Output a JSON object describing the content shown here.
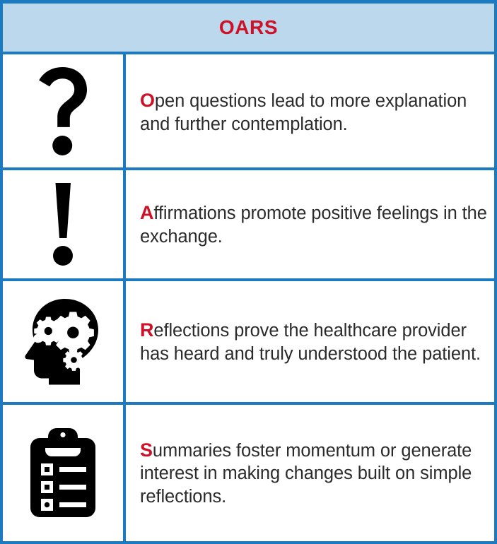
{
  "header": {
    "title": "OARS",
    "background_color": "#bcd8ec",
    "title_color": "#ce1126"
  },
  "theme": {
    "border_color": "#1b7ac0",
    "accent_red": "#ce1126",
    "text_color": "#2b2b2b",
    "icon_color": "#000000",
    "page_background": "#ffffff"
  },
  "rows": [
    {
      "icon": "question-mark-icon",
      "lead_letter": "O",
      "rest_text": "pen questions lead to more explanation and further contemplation.",
      "full_text": "Open questions lead to more explanation and further contemplation."
    },
    {
      "icon": "exclamation-mark-icon",
      "lead_letter": "A",
      "rest_text": "ffirmations promote positive feelings in the exchange.",
      "full_text": "Affirmations promote positive feelings in the exchange."
    },
    {
      "icon": "head-with-gears-icon",
      "lead_letter": "R",
      "rest_text": "eflections prove the healthcare provider has heard and truly understood the patient.",
      "full_text": "Reflections prove the healthcare provider has heard and truly understood the patient."
    },
    {
      "icon": "clipboard-checklist-icon",
      "lead_letter": "S",
      "rest_text": "ummaries foster momentum or generate interest in making changes built on simple reflections.",
      "full_text": "Summaries foster momentum or generate interest in making changes built on simple reflections."
    }
  ]
}
